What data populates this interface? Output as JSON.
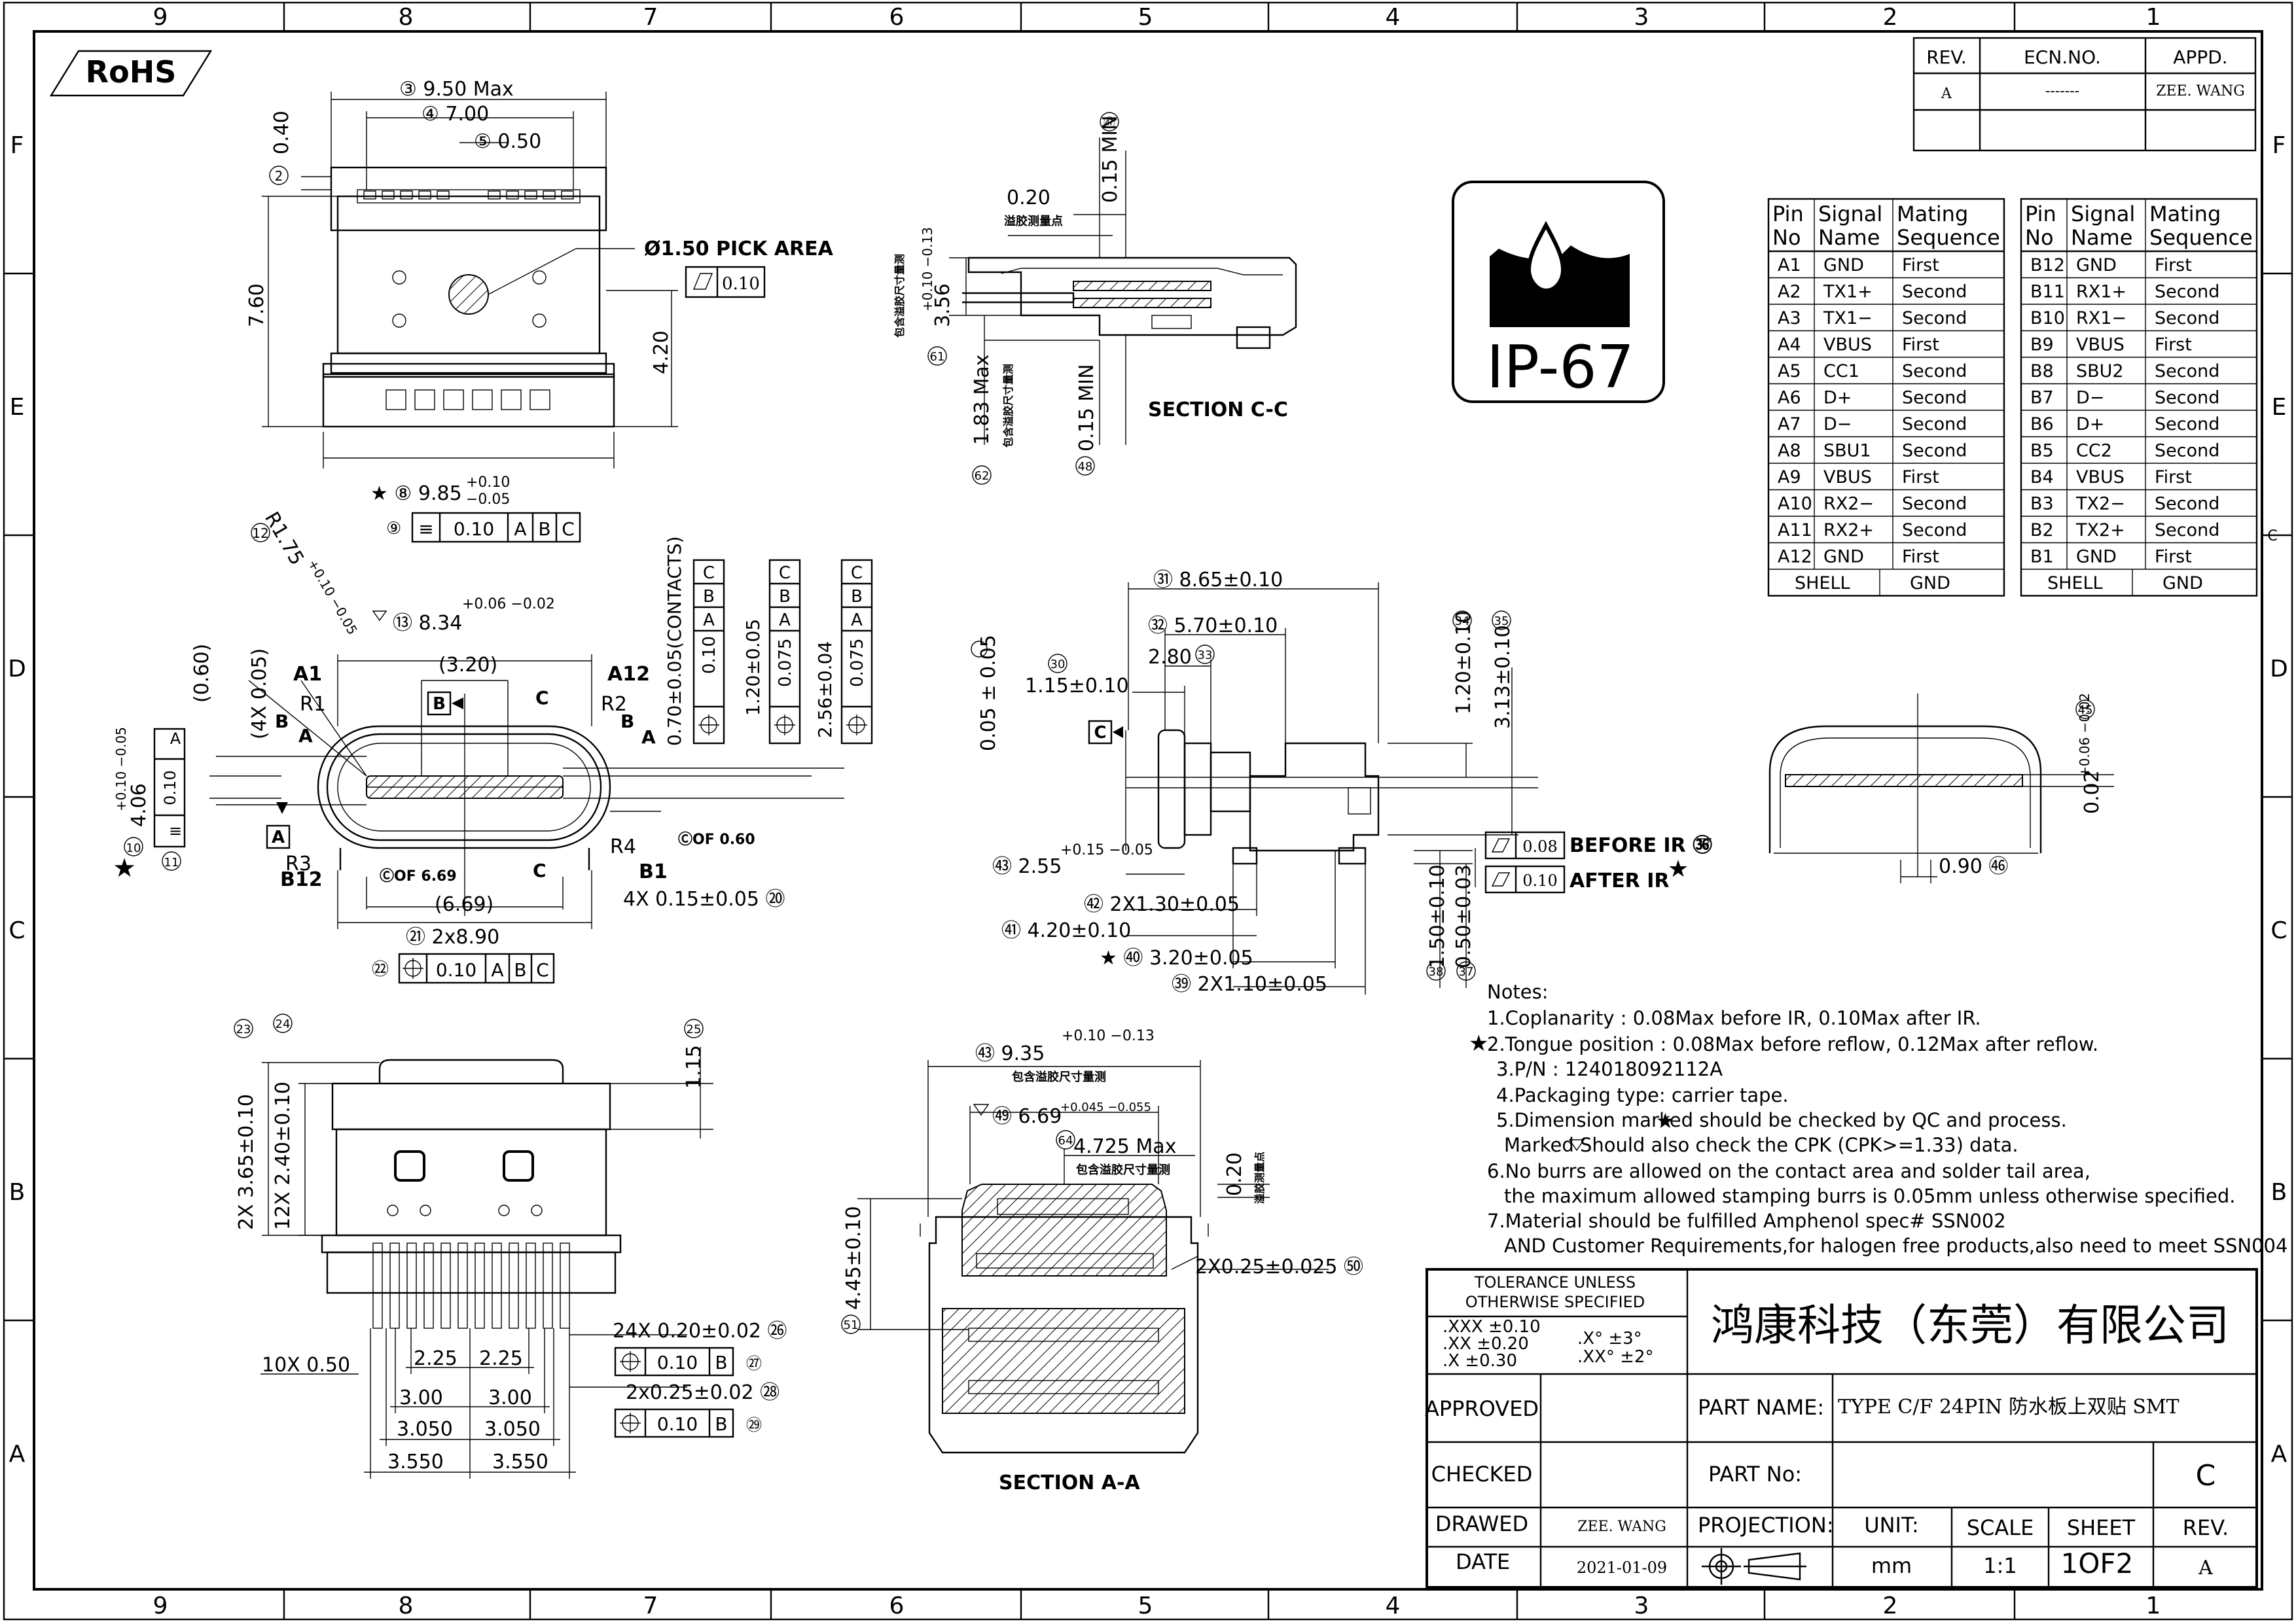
{
  "frame": {
    "col_labels": [
      "9",
      "8",
      "7",
      "6",
      "5",
      "4",
      "3",
      "2",
      "1"
    ],
    "row_labels": [
      "F",
      "E",
      "D",
      "C",
      "B",
      "A"
    ],
    "edge_mark": "C"
  },
  "rohs": "RoHS",
  "rev_table": {
    "headers": [
      "REV.",
      "ECN.NO.",
      "APPD."
    ],
    "row": [
      "A",
      "-------",
      "ZEE. WANG"
    ]
  },
  "ip_badge": "IP-67",
  "pin_table": {
    "headers": [
      [
        "Pin",
        "No"
      ],
      [
        "Signal",
        "Name"
      ],
      [
        "Mating",
        "Sequence"
      ]
    ],
    "left": [
      [
        "A1",
        "GND",
        "First"
      ],
      [
        "A2",
        "TX1+",
        "Second"
      ],
      [
        "A3",
        "TX1−",
        "Second"
      ],
      [
        "A4",
        "VBUS",
        "First"
      ],
      [
        "A5",
        "CC1",
        "Second"
      ],
      [
        "A6",
        "D+",
        "Second"
      ],
      [
        "A7",
        "D−",
        "Second"
      ],
      [
        "A8",
        "SBU1",
        "Second"
      ],
      [
        "A9",
        "VBUS",
        "First"
      ],
      [
        "A10",
        "RX2−",
        "Second"
      ],
      [
        "A11",
        "RX2+",
        "Second"
      ],
      [
        "A12",
        "GND",
        "First"
      ]
    ],
    "right": [
      [
        "B12",
        "GND",
        "First"
      ],
      [
        "B11",
        "RX1+",
        "Second"
      ],
      [
        "B10",
        "RX1−",
        "Second"
      ],
      [
        "B9",
        "VBUS",
        "First"
      ],
      [
        "B8",
        "SBU2",
        "Second"
      ],
      [
        "B7",
        "D−",
        "Second"
      ],
      [
        "B6",
        "D+",
        "Second"
      ],
      [
        "B5",
        "CC2",
        "Second"
      ],
      [
        "B4",
        "VBUS",
        "First"
      ],
      [
        "B3",
        "TX2−",
        "Second"
      ],
      [
        "B2",
        "TX2+",
        "Second"
      ],
      [
        "B1",
        "GND",
        "First"
      ]
    ],
    "shell": [
      "SHELL",
      "GND"
    ]
  },
  "top_view": {
    "d3": "③ 9.50  Max",
    "d4": "④ 7.00",
    "d5": "⑤ 0.50",
    "d2": "0.40",
    "d1": "7.60",
    "d6": "4.20",
    "pick": "Ø1.50  PICK AREA",
    "pick_tol": "0.10",
    "d8": "★ ⑧  9.85",
    "d8_tol_up": "+0.10",
    "d8_tol_dn": "−0.05",
    "d9": [
      "⑨",
      "0.10",
      "A",
      "B",
      "C"
    ]
  },
  "front_view": {
    "r175": "R1.75",
    "r175_tol": "+0.10 −0.05",
    "d13": "⑬ 8.34",
    "d13_tol": "+0.06 −0.02",
    "d320": "(3.20)",
    "d060": "(0.60)",
    "d4x005": "(4X 0.05)",
    "d406": "4.06",
    "d406_tol": "+0.10 −0.05",
    "labels": [
      "A1",
      "A12",
      "B12",
      "B1",
      "R1",
      "R2",
      "R3",
      "R4",
      "A",
      "B",
      "C"
    ],
    "datum_b": "B",
    "datum_a": "A",
    "datum_c": "C",
    "c669": "ⒸOF 6.69",
    "d669": "(6.69)",
    "c060": "ⒸOF 0.60",
    "d20": "4X  0.15±0.05 ⑳",
    "d21": "㉑  2x8.90",
    "d22": [
      "㉒",
      "0.10",
      "A",
      "B",
      "C"
    ],
    "d14": "0.70±0.05(CONTACTS)",
    "d16": "1.20±0.05",
    "d18": "2.56±0.04",
    "fcf": [
      "0.10",
      "A",
      "B",
      "C",
      "0.075",
      "A",
      "B",
      "C",
      "0.075",
      "A",
      "B",
      "C"
    ],
    "fcf_side": "0.10",
    "fcf_side2": "A"
  },
  "section_cc": {
    "title": "SECTION  C-C",
    "d020": "0.20",
    "d020_note": "溢胶测量点",
    "d015": "0.15  MIN",
    "d356": "3.56",
    "d356_tol": "+0.10 −0.13",
    "d356_note": "包含溢胶尺寸量测",
    "d183": "1.83  Max",
    "d183_note": "包含溢胶尺寸量测",
    "d015b": "0.15  MIN",
    "balloons": [
      "㊼",
      "61",
      "62",
      "48"
    ]
  },
  "side_view": {
    "d31": "㉛ 8.65±0.10",
    "d32": "㉜ 5.70±0.10",
    "d280": "2.80",
    "d115": "1.15±0.10",
    "d005": "0.05 ± 0.05",
    "d34": "1.20±0.10",
    "d35": "3.13±0.10",
    "c_datum": "C",
    "before": "BEFORE IR ㊱",
    "before_tol": "0.08",
    "after": "AFTER IR",
    "after_tol": "0.10",
    "d43": "㊸ 2.55",
    "d43_tol": "+0.15 −0.05",
    "d42": "㊷ 2X1.30±0.05",
    "d41": "㊶ 4.20±0.10",
    "d40": "★ ㊵ 3.20±0.05",
    "d39": "㊴ 2X1.10±0.05",
    "d38": "1.50±0.10",
    "d37": "0.50±0.03"
  },
  "end_view": {
    "d45": "0.02",
    "d45_tol": "+0.06 −0.02",
    "d46": "0.90 ㊻"
  },
  "notes": [
    "Notes:",
    "1.Coplanarity : 0.08Max before IR, 0.10Max after IR.",
    "2.Tongue position : 0.08Max before reflow, 0.12Max after reflow.",
    "3.P/N : 124018092112A",
    "4.Packaging type: carrier tape.",
    "5.Dimension marked   should be checked by QC and process.",
    "Marked     Should also check the CPK (CPK>=1.33) data.",
    "6.No burrs are allowed on the contact area and solder tail area,",
    "the maximum allowed stamping burrs is 0.05mm unless otherwise specified.",
    "7.Material should be fulfilled Amphenol spec# SSN002",
    "AND Customer Requirements,for halogen free products,also need to meet SSN004"
  ],
  "bottom_view": {
    "d23": "2X 3.65±0.10",
    "d24": "12X 2.40±0.10",
    "d25": "1.15",
    "d26": "24X  0.20±0.02 ㉖",
    "d27": [
      "0.10",
      "B",
      "㉗"
    ],
    "d28": "2x0.25±0.02 ㉘",
    "d29": [
      "0.10",
      "B",
      "㉙"
    ],
    "d10x": "10X  0.50",
    "d225a": "2.25",
    "d225b": "2.25",
    "d300a": "3.00",
    "d300b": "3.00",
    "d3050a": "3.050",
    "d3050b": "3.050",
    "d3550a": "3.550",
    "d3550b": "3.550"
  },
  "section_aa": {
    "title": "SECTION  A-A",
    "d63": "㊸ 9.35",
    "d63_tol": "+0.10 −0.13",
    "d63_note": "包含溢胶尺寸量测",
    "d49": "㊾ 6.69",
    "d49_tol": "+0.045 −0.055",
    "d64": "4.725  Max",
    "d64_note": "包含溢胶尺寸量测",
    "d020": "0.20",
    "d020_note": "溢胶测量点",
    "d50": "2X0.25±0.025 ㊿",
    "d445": "4.45±0.10",
    "b51": "51"
  },
  "title_block": {
    "tolerance_title": [
      "TOLERANCE  UNLESS",
      "OTHERWISE  SPECIFIED"
    ],
    "tol_rows": [
      ".XXX  ±0.10",
      ".XX    ±0.20",
      ".X      ±0.30"
    ],
    "ang_rows": [
      ".X°      ±3°",
      ".XX°    ±2°"
    ],
    "company": "鸿康科技（东莞）有限公司",
    "approved": "APPROVED",
    "checked": "CHECKED",
    "drawed": "DRAWED",
    "drawer": "ZEE. WANG",
    "date_label": "DATE",
    "date": "2021-01-09",
    "part_name_label": "PART  NAME:",
    "part_name": "TYPE C/F 24PIN 防水板上双贴 SMT",
    "part_no_label": "PART  No:",
    "rev_letter": "C",
    "projection": "PROJECTION:",
    "unit_label": "UNIT:",
    "unit": "mm",
    "scale_label": "SCALE",
    "scale": "1:1",
    "sheet_label": "SHEET",
    "sheet": "1OF2",
    "rev_label": "REV.",
    "rev": "A"
  }
}
